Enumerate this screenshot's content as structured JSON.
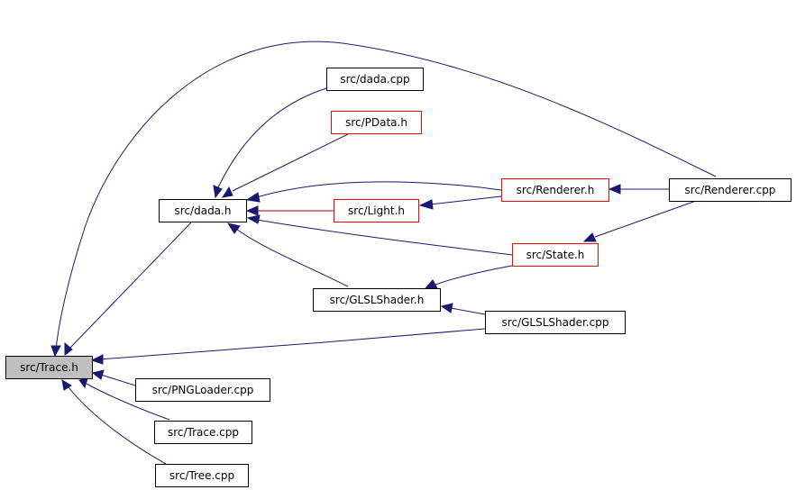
{
  "nodes": {
    "trace_h": {
      "label": "src/Trace.h"
    },
    "pngloader_cpp": {
      "label": "src/PNGLoader.cpp"
    },
    "trace_cpp": {
      "label": "src/Trace.cpp"
    },
    "tree_cpp": {
      "label": "src/Tree.cpp"
    },
    "dada_h": {
      "label": "src/dada.h"
    },
    "dada_cpp": {
      "label": "src/dada.cpp"
    },
    "pdata_h": {
      "label": "src/PData.h"
    },
    "light_h": {
      "label": "src/Light.h"
    },
    "glslshader_h": {
      "label": "src/GLSLShader.h"
    },
    "renderer_h": {
      "label": "src/Renderer.h"
    },
    "state_h": {
      "label": "src/State.h"
    },
    "glslshader_cpp": {
      "label": "src/GLSLShader.cpp"
    },
    "renderer_cpp": {
      "label": "src/Renderer.cpp"
    }
  },
  "colors": {
    "edge": "#191970",
    "edge_red": "#8b0000",
    "node_border": "#000000",
    "node_border_red": "#ff0000",
    "current_node_fill": "#bfbfbf"
  }
}
